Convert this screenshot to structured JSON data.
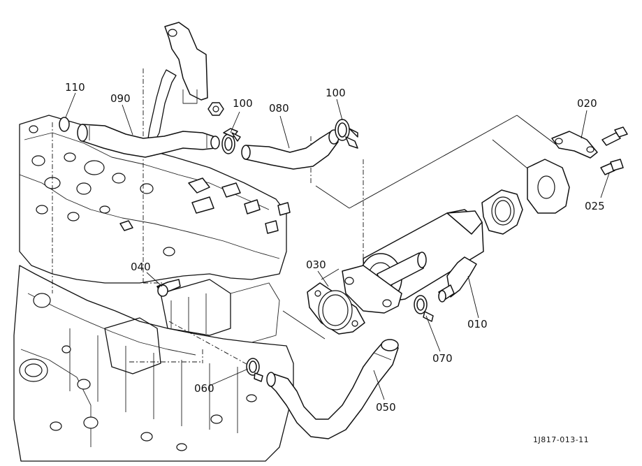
{
  "diagram": {
    "drawing_code": "1J817-013-11",
    "callouts": {
      "c010": "010",
      "c020": "020",
      "c025": "025",
      "c030": "030",
      "c040": "040",
      "c050": "050",
      "c060": "060",
      "c070": "070",
      "c080": "080",
      "c090": "090",
      "c100a": "100",
      "c100b": "100",
      "c110": "110"
    }
  }
}
